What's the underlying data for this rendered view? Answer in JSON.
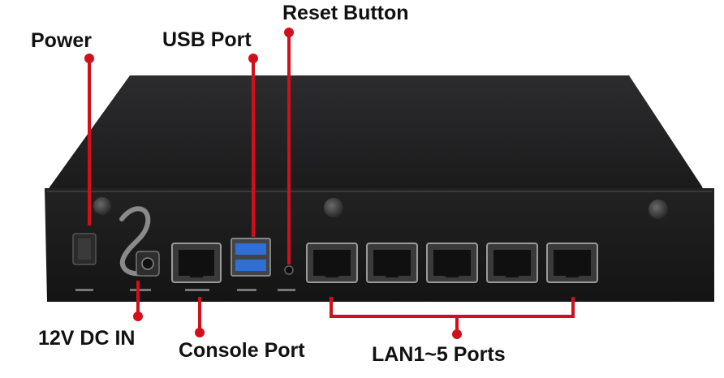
{
  "callouts": {
    "reset": "Reset Button",
    "power": "Power",
    "usb": "USB Port",
    "dc_in": "12V DC IN",
    "console": "Console Port",
    "lan": "LAN1~5 Ports"
  },
  "colors": {
    "callout": "#d0101a",
    "chassis": "#1e1e1f",
    "chassis_top": "#262627",
    "usb": "#2f6fd6",
    "background": "#ffffff"
  }
}
